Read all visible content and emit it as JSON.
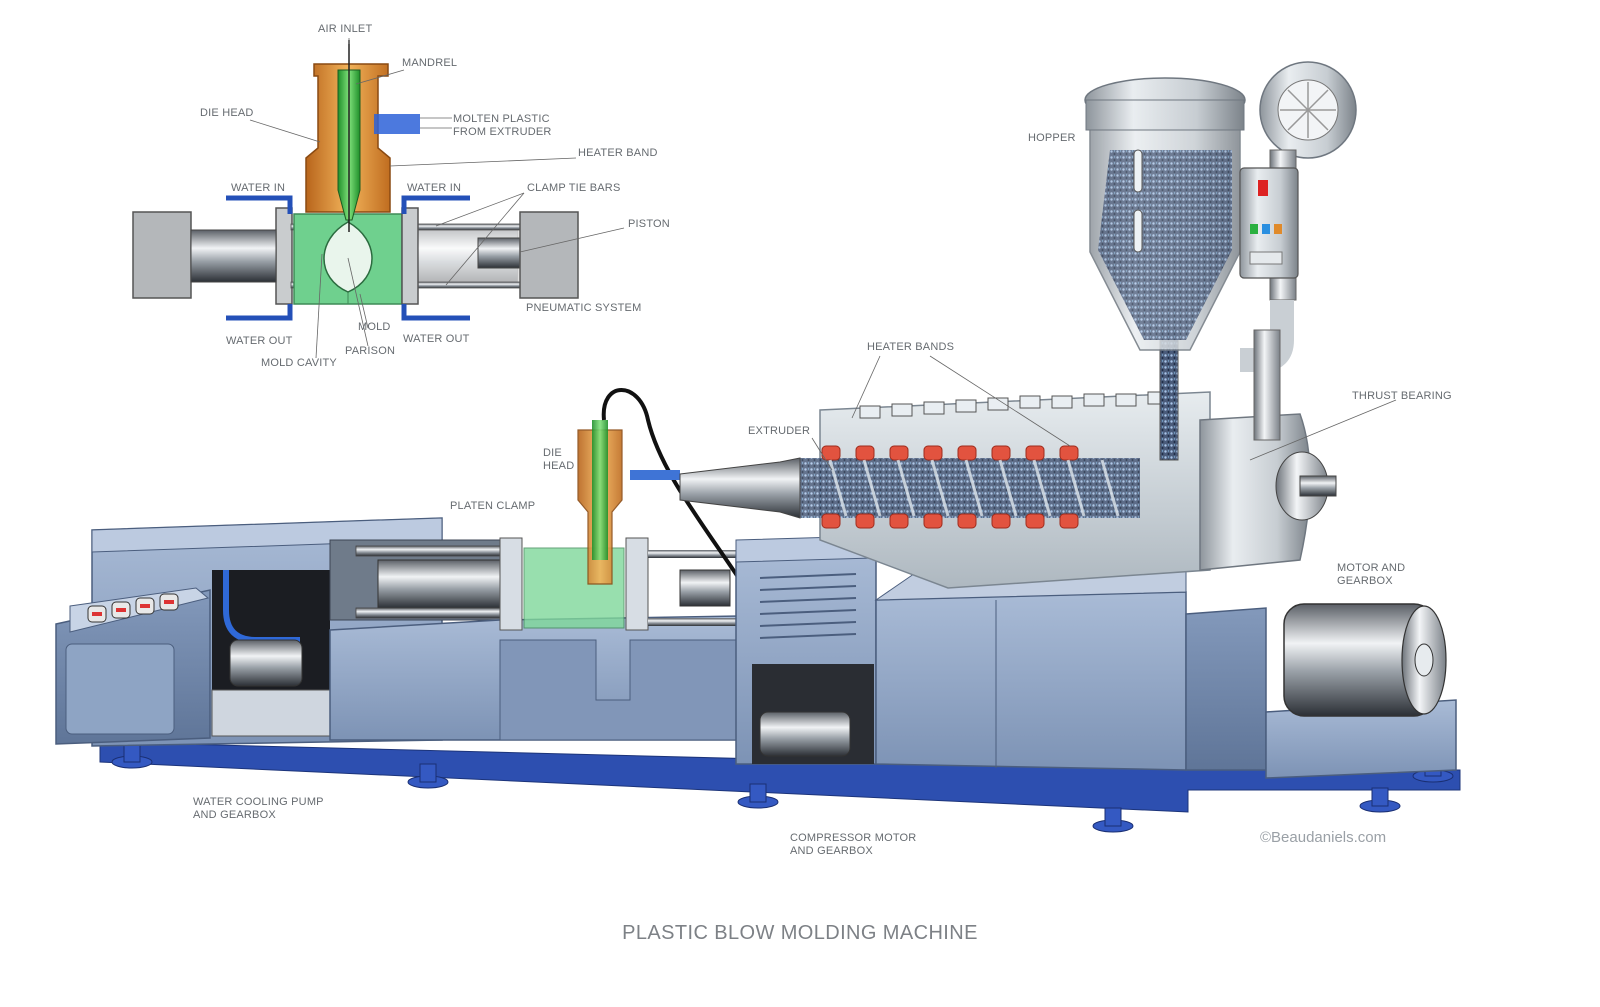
{
  "title": "PLASTIC BLOW MOLDING MACHINE",
  "copyright": "©Beaudaniels.com",
  "labels": {
    "air_inlet": "AIR INLET",
    "mandrel": "MANDREL",
    "die_head": "DIE HEAD",
    "molten_plastic": "MOLTEN PLASTIC\nFROM EXTRUDER",
    "heater_band": "HEATER BAND",
    "water_in_left": "WATER IN",
    "water_in_right": "WATER IN",
    "clamp_tie_bars": "CLAMP TIE BARS",
    "piston": "PISTON",
    "pneumatic_system": "PNEUMATIC SYSTEM",
    "water_out_left": "WATER OUT",
    "mold": "MOLD",
    "water_out_right": "WATER OUT",
    "parison": "PARISON",
    "mold_cavity": "MOLD CAVITY",
    "hopper": "HOPPER",
    "heater_bands": "HEATER BANDS",
    "extruder": "EXTRUDER",
    "thrust_bearing": "THRUST BEARING",
    "die_head_machine": "DIE\nHEAD",
    "platen_clamp": "PLATEN CLAMP",
    "motor_gearbox": "MOTOR AND\nGEARBOX",
    "water_pump": "WATER COOLING PUMP\nAND GEARBOX",
    "compressor": "COMPRESSOR MOTOR\nAND GEARBOX"
  },
  "colors": {
    "die_head": "#e39a3a",
    "mandrel": "#49c94a",
    "mold": "#6fd08e",
    "water_pipe": "#2450b8",
    "heater_band": "#e2533f",
    "machine_body": "#8ea4c4",
    "base_rail": "#2d4fb0"
  }
}
